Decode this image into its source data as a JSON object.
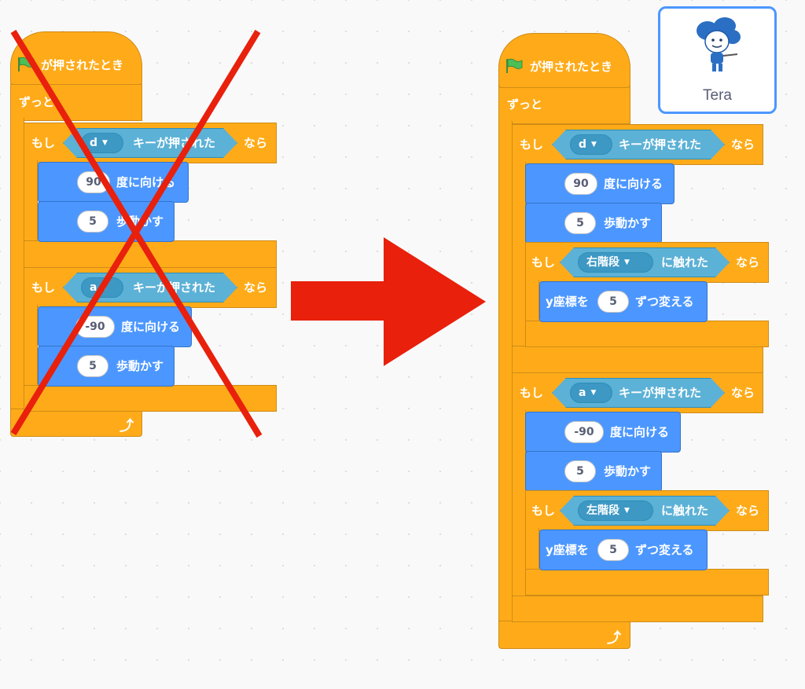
{
  "left_script": {
    "hat_label": "が押されたとき",
    "forever_label": "ずっと",
    "if1": {
      "if_label": "もし",
      "key": "d",
      "key_label": "キーが押された",
      "then_label": "なら",
      "turn_value": "90",
      "turn_label": "度に向ける",
      "move_value": "5",
      "move_label": "歩動かす"
    },
    "if2": {
      "if_label": "もし",
      "key": "a",
      "key_label": "キーが押された",
      "then_label": "なら",
      "turn_value": "-90",
      "turn_label": "度に向ける",
      "move_value": "5",
      "move_label": "歩動かす"
    },
    "crossed_out": true,
    "cross_color": "#e8200c"
  },
  "right_script": {
    "hat_label": "が押されたとき",
    "forever_label": "ずっと",
    "if1": {
      "if_label": "もし",
      "key": "d",
      "key_label": "キーが押された",
      "then_label": "なら",
      "turn_value": "90",
      "turn_label": "度に向ける",
      "move_value": "5",
      "move_label": "歩動かす",
      "inner_if_label": "もし",
      "touch_target": "右階段",
      "touch_label": "に触れた",
      "inner_then_label": "なら",
      "change_label": "y座標を",
      "change_value": "5",
      "change_suffix": "ずつ変える"
    },
    "if2": {
      "if_label": "もし",
      "key": "a",
      "key_label": "キーが押された",
      "then_label": "なら",
      "turn_value": "-90",
      "turn_label": "度に向ける",
      "move_value": "5",
      "move_label": "歩動かす",
      "inner_if_label": "もし",
      "touch_target": "左階段",
      "touch_label": "に触れた",
      "inner_then_label": "なら",
      "change_label": "y座標を",
      "change_value": "5",
      "change_suffix": "ずつ変える"
    }
  },
  "sprite_card": {
    "name": "Tera"
  },
  "big_arrow_color": "#e8200c",
  "colors": {
    "control": "#ffab19",
    "motion": "#4c97ff",
    "sensing": "#5cb1d6",
    "flag": "#4cbf56"
  }
}
